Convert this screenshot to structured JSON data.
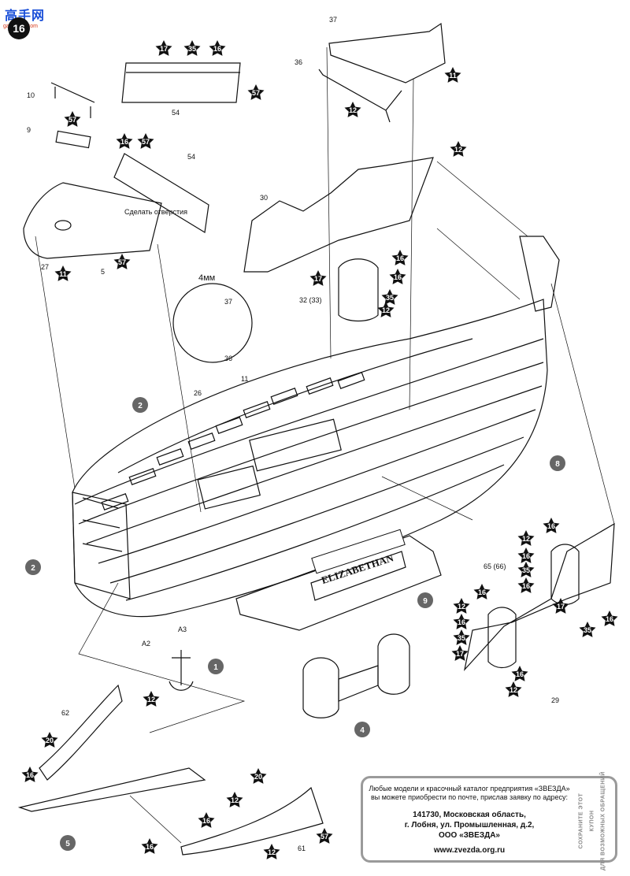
{
  "logo": {
    "brand": "高手网",
    "url": "gao.shou.com",
    "page_number": "16"
  },
  "part_numbers": [
    "37",
    "36",
    "11",
    "57",
    "10",
    "9",
    "54",
    "12",
    "16",
    "30",
    "32 (33)",
    "17",
    "35",
    "27",
    "5",
    "4мм",
    "26",
    "2",
    "8",
    "65 (66)",
    "29",
    "A2",
    "A3",
    "1",
    "62",
    "20",
    "61"
  ],
  "star_labels": [
    "17",
    "35",
    "16",
    "57",
    "12",
    "11",
    "12",
    "16",
    "57",
    "57",
    "11",
    "57",
    "12",
    "16",
    "16",
    "35",
    "17",
    "16",
    "12",
    "16",
    "35",
    "16",
    "17",
    "16",
    "12",
    "16",
    "35",
    "17",
    "16",
    "12",
    "35",
    "16",
    "12",
    "20",
    "16",
    "16",
    "12",
    "20",
    "16",
    "12",
    "57"
  ],
  "circle_labels": [
    "2",
    "2",
    "8",
    "9",
    "4",
    "1",
    "5"
  ],
  "notes": {
    "drill_hole": "Сделать отверстия",
    "gap": "4мм"
  },
  "ship_name": "ELIZABETHAN",
  "info": {
    "lead": "Любые модели и красочный каталог предприятия «ЗВЕЗДА» вы можете приобрести по почте, прислав заявку по адресу:",
    "address_line1": "141730, Московская область,",
    "address_line2": "г. Лобня, ул. Промышленная, д.2,",
    "address_line3": "ООО «ЗВЕЗДА»",
    "website": "www.zvezda.org.ru",
    "vertical_1": "СОХРАНИТЕ ЭТОТ",
    "vertical_2": "КУПОН",
    "vertical_3": "ДЛЯ ВОЗМОЖНЫХ ОБРАЩЕНИЙ"
  },
  "colors": {
    "ink": "#111111",
    "star": "#111111",
    "circle": "#666666",
    "box_border": "#9a9a9a",
    "brand": "#1a4fd8"
  }
}
